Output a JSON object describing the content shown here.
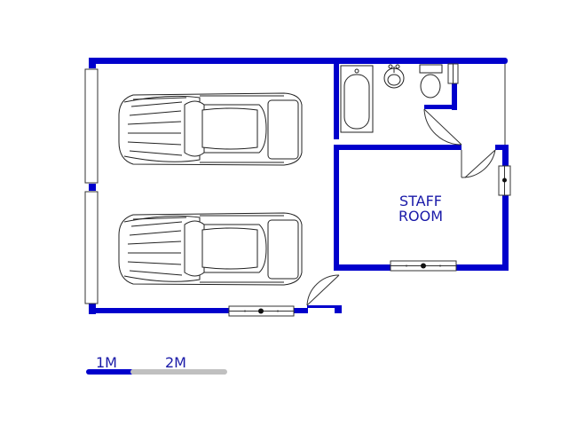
{
  "plan": {
    "room_label_line1": "STAFF",
    "room_label_line2": "ROOM",
    "wall_color": "#0000cc",
    "label_color": "#1a1aa8",
    "fixture_stroke": "#222222"
  },
  "scale_bar": {
    "mark_1": "1M",
    "mark_2": "2M",
    "primary_color": "#0000cc",
    "secondary_color": "#c0c0c0"
  }
}
